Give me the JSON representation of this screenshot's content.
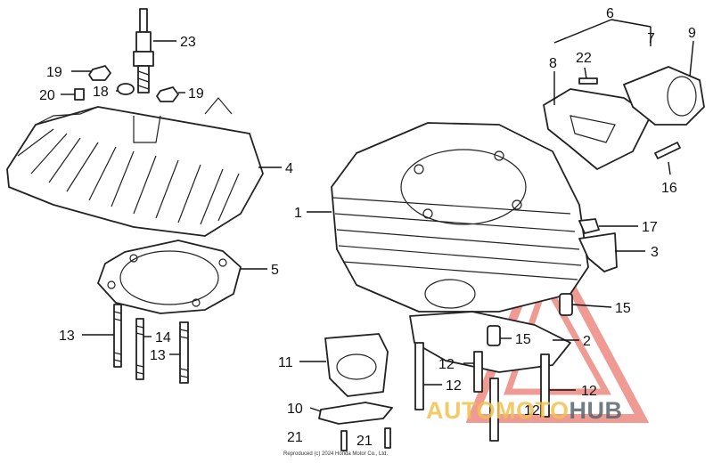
{
  "labels": {
    "p1": "1",
    "p2": "2",
    "p3": "3",
    "p4": "4",
    "p5": "5",
    "p6": "6",
    "p7": "7",
    "p8": "8",
    "p9": "9",
    "p10": "10",
    "p11": "11",
    "p12a": "12",
    "p12b": "12",
    "p12c": "12",
    "p12d": "12",
    "p13a": "13",
    "p13b": "13",
    "p14": "14",
    "p15a": "15",
    "p15b": "15",
    "p16": "16",
    "p17": "17",
    "p18": "18",
    "p19a": "19",
    "p19b": "19",
    "p20": "20",
    "p21a": "21",
    "p21b": "21",
    "p22": "22",
    "p23": "23"
  },
  "watermark": {
    "part1": "AUTO",
    "part2": "MOTO",
    "part3": "HUB",
    "color_primary": "#f2c14e",
    "color_secondary": "#e24a3b",
    "color_dark": "#5b6470"
  },
  "copyright": "Reproduced (c) 2024 Honda Motor Co., Ltd."
}
